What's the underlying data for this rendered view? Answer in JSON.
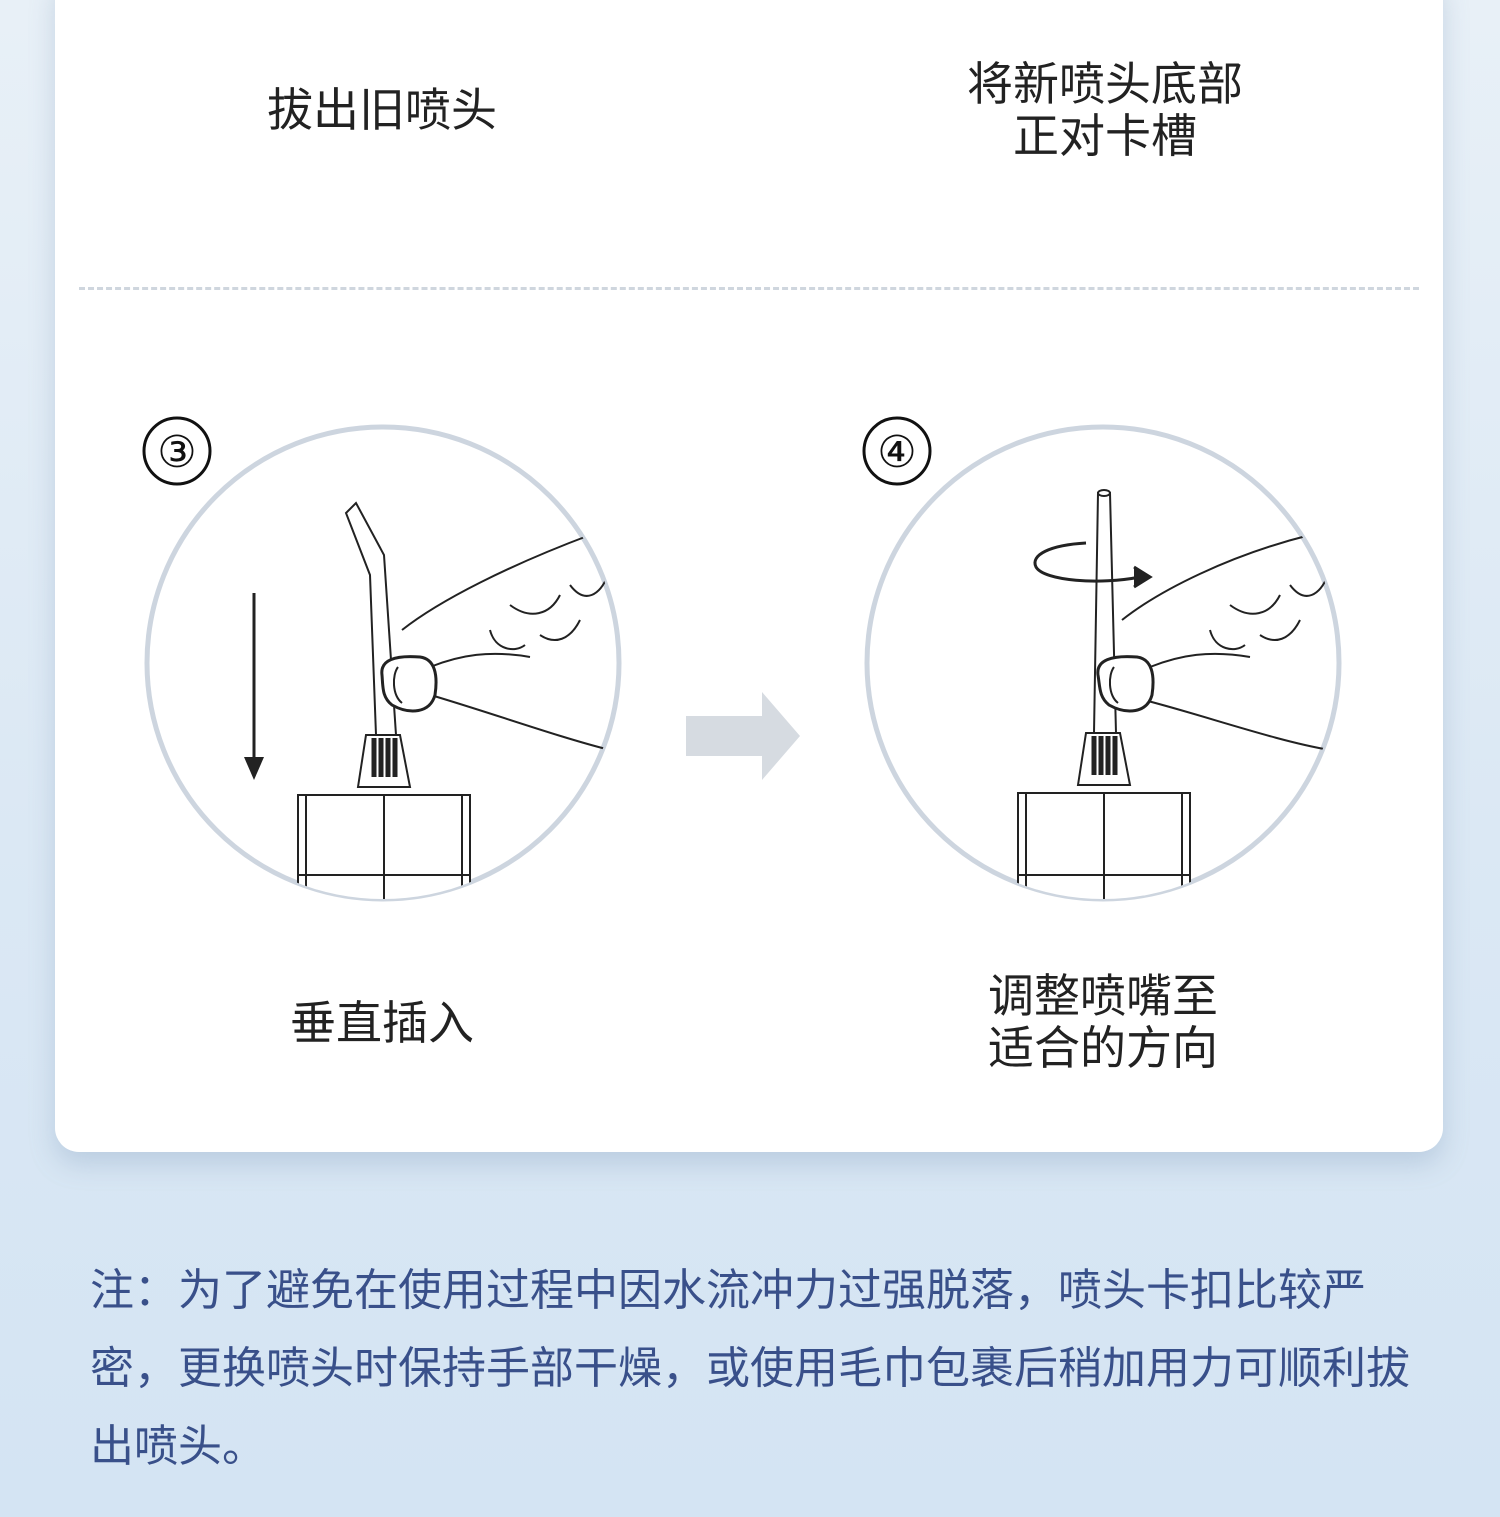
{
  "steps": {
    "step1": {
      "caption": "拔出旧喷头"
    },
    "step2": {
      "caption": "将新喷头底部\n正对卡槽"
    },
    "step3": {
      "number": "③",
      "caption": "垂直插入"
    },
    "step4": {
      "number": "④",
      "caption": "调整喷嘴至\n适合的方向"
    }
  },
  "icons": {
    "arrow": "right-arrow-icon",
    "down_arrow": "down-arrow-icon",
    "rotate": "rotate-arrow-icon"
  },
  "colors": {
    "note_text": "#39508a",
    "circle_stroke": "#cdd5df",
    "arrow_fill": "#d6dbe1"
  },
  "note": "注：为了避免在使用过程中因水流冲力过强脱落，喷头卡扣比较严密，更换喷头时保持手部干燥，或使用毛巾包裹后稍加用力可顺利拔出喷头。"
}
